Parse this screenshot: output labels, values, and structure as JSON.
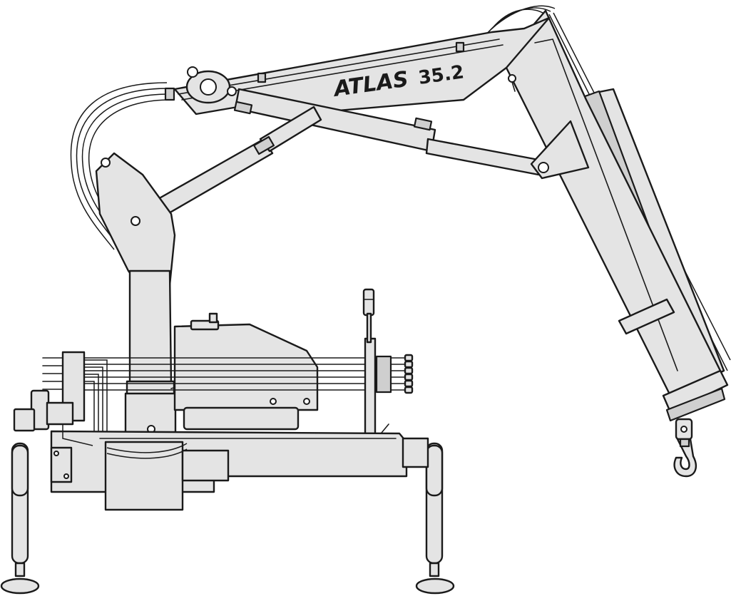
{
  "illustration": {
    "subject": "knuckle-boom-crane",
    "boom_label": {
      "brand": "ATLAS",
      "model": "35.2"
    }
  },
  "colors": {
    "body": "#e4e4e4",
    "shade": "#cfcfcf",
    "line": "#1a1a1a",
    "background": "#ffffff"
  }
}
